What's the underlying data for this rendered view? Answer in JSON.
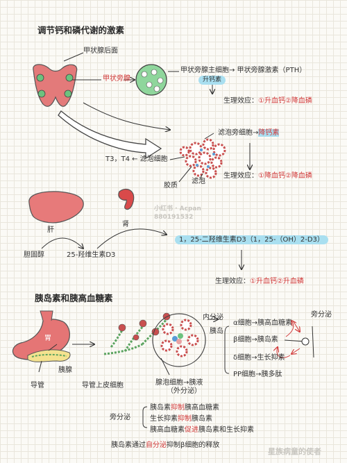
{
  "colors": {
    "red": "#d23a3a",
    "blue": "#a9dff0",
    "pink": "#e8a3a3",
    "green": "#7ac58a",
    "dark": "#333333"
  },
  "section1": {
    "title": "调节钙和磷代谢的激素",
    "thyroid_back": "甲状腺后面",
    "parathyroid": "甲状旁腺",
    "chief_cell_path": "甲状旁腺主细胞→ 甲状旁腺激素（PTH）",
    "pth_badge": "升钙素",
    "pth_effect_prefix": "生理效应：",
    "pth_effect": "①升血钙②降血磷",
    "follicle_path_prefix": "滤泡旁细胞→",
    "calcitonin": "降钙素",
    "calcitonin_effect_prefix": "生理效应：",
    "calcitonin_effect": "①降血钙②降血磷",
    "t3t4": "T3，T4 ← 滤泡细胞",
    "colloid": "胶质",
    "follicle": "滤泡",
    "liver": "肝",
    "kidney": "肾",
    "cholesterol": "胆固醇",
    "vitd3": "25-羟维生素D3",
    "vitd_active": "1，25-二羟维生素D3（1，25-（OH）2-D3）",
    "vitd_effect_prefix": "生理效应：",
    "vitd_effect": "①升血钙②升血磷"
  },
  "section2": {
    "title": "胰岛素和胰高血糖素",
    "stomach": "胃",
    "pancreas": "胰腺",
    "duct": "导管",
    "duct_cell": "导管上皮细胞",
    "acinar": "腺泡细胞→胰液",
    "exocrine": "（外分泌）",
    "endocrine": "内分泌",
    "islet": "胰岛",
    "alpha": "α细胞→胰高血糖素",
    "beta": "β细胞→胰岛素",
    "delta": "δ细胞→生长抑素",
    "pp": "PP细胞→胰多肽",
    "paracrine": "旁分泌",
    "paracrine_label": "旁分泌",
    "rules": [
      {
        "pre": "胰岛素",
        "em": "抑制",
        "post": "胰高血糖素"
      },
      {
        "pre": "生长抑素",
        "em": "抑制",
        "post": "胰岛素"
      },
      {
        "pre": "胰高血糖素",
        "em": "促进",
        "post": "胰岛素和生长抑素"
      }
    ],
    "summary_pre": "胰岛素通过",
    "summary_em": "自分泌",
    "summary_post": "抑制β细胞的释放"
  },
  "watermark": {
    "line1": "小红书 · Acpan",
    "line2": "880191532",
    "footer": "星族病童的使者"
  }
}
